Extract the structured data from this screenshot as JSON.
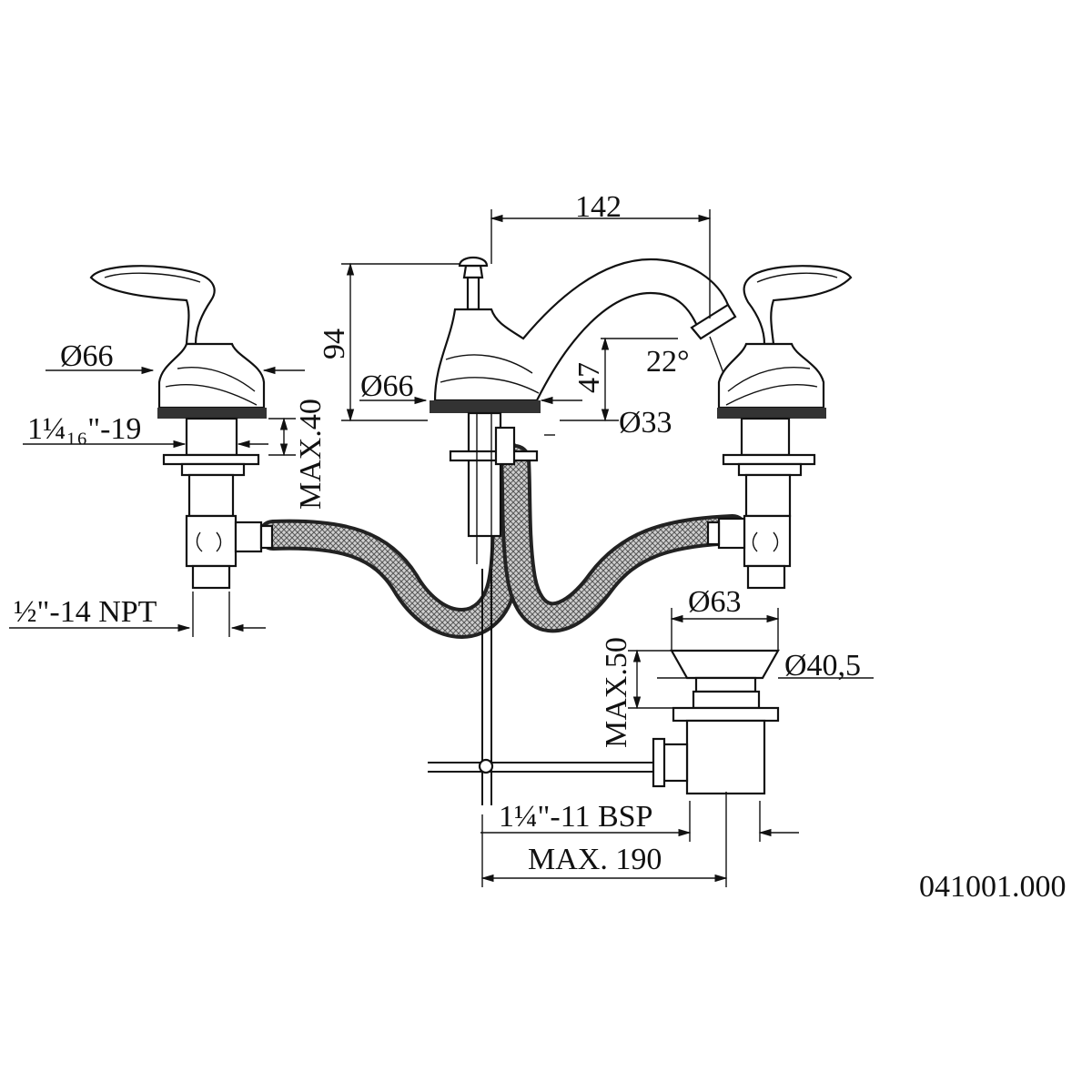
{
  "dimensions": {
    "spout_reach": "142",
    "total_height": "94",
    "spout_height": "47",
    "spout_angle": "22°",
    "handle_base_diameter": "Ø66",
    "spout_base_diameter": "Ø66",
    "hole_diameter": "Ø33",
    "handle_thread": "1¼₁₆\"-19",
    "max_deck_handle": "MAX.40",
    "inlet_thread": "½\"-14 NPT",
    "drain_flange_diameter": "Ø63",
    "drain_body_diameter": "Ø40,5",
    "max_deck_drain": "MAX.50",
    "drain_thread": "1¼\"-11 BSP",
    "max_rod_length": "MAX. 190"
  },
  "drawing_code": "041001.000"
}
